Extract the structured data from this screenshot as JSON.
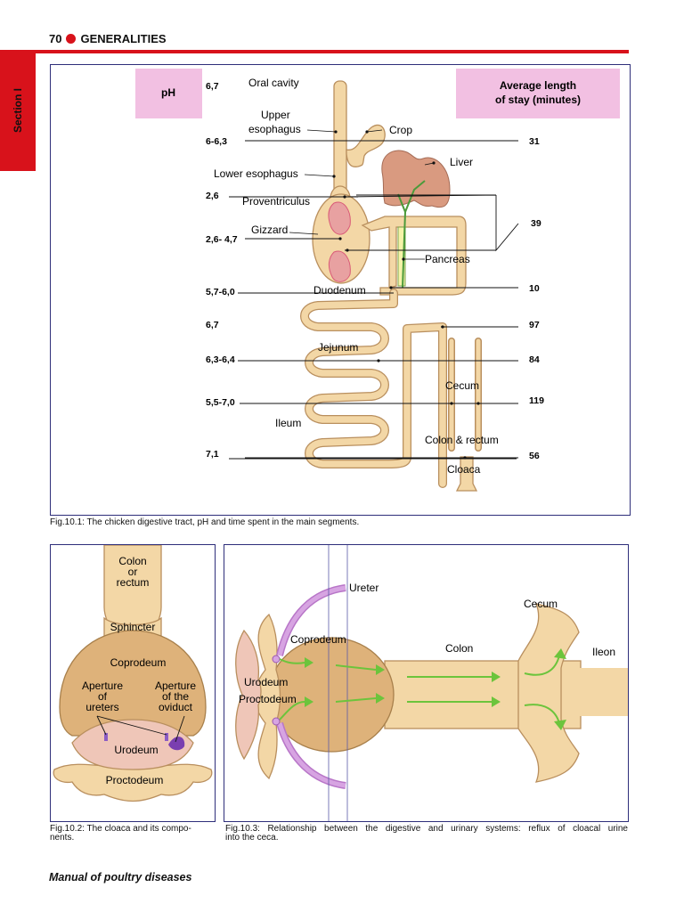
{
  "header": {
    "page_number": "70",
    "section_title": "GENERALITIES"
  },
  "side_tab": {
    "label": "Section I"
  },
  "colors": {
    "accent_red": "#d8121b",
    "frame_border": "#2e2e7a",
    "pink_box": "#f2c0e2",
    "gut_fill": "#f3d7a6",
    "gut_stroke": "#b98f5e",
    "liver": "#d99a80",
    "arrow_green": "#6cc43c",
    "ureter_purple": "#c889d8"
  },
  "fig1": {
    "ph_box_label": "pH",
    "stay_box_label_line1": "Average length",
    "stay_box_label_line2": "of stay (minutes)",
    "labels": {
      "oral_cavity": "Oral cavity",
      "upper_esophagus_1": "Upper",
      "upper_esophagus_2": "esophagus",
      "crop": "Crop",
      "liver": "Liver",
      "lower_esophagus": "Lower esophagus",
      "proventriculus": "Proventriculus",
      "gizzard": "Gizzard",
      "pancreas": "Pancreas",
      "duodenum": "Duodenum",
      "jejunum": "Jejunum",
      "cecum": "Cecum",
      "ileum": "Ileum",
      "colon_rectum": "Colon & rectum",
      "cloaca": "Cloaca"
    },
    "ph_values": [
      "6,7",
      "6-6,3",
      "2,6",
      "2,6- 4,7",
      "5,7-6,0",
      "6,7",
      "6,3-6,4",
      "5,5-7,0",
      "7,1"
    ],
    "stay_values": [
      "31",
      "39",
      "10",
      "97",
      "84",
      "119",
      "56"
    ],
    "caption": "Fig.10.1: The chicken digestive tract, pH and time spent in the main segments."
  },
  "fig2": {
    "labels": {
      "colon_1": "Colon",
      "colon_2": "or",
      "colon_3": "rectum",
      "sphincter": "Sphincter",
      "coprodeum": "Coprodeum",
      "ap_ureters_1": "Aperture",
      "ap_ureters_2": "of",
      "ap_ureters_3": "ureters",
      "ap_oviduct_1": "Aperture",
      "ap_oviduct_2": "of the",
      "ap_oviduct_3": "oviduct",
      "urodeum": "Urodeum",
      "proctodeum": "Proctodeum"
    },
    "caption_line1": "Fig.10.2: The cloaca and its compo-",
    "caption_line2": "nents."
  },
  "fig3": {
    "labels": {
      "ureter": "Ureter",
      "cecum": "Cecum",
      "coprodeum": "Coprodeum",
      "colon": "Colon",
      "ileon": "Ileon",
      "urodeum": "Urodeum",
      "proctodeum": "Proctodeum"
    },
    "caption_line1": "Fig.10.3: Relationship between the digestive and urinary systems: reflux of cloacal urine",
    "caption_line2": "into the ceca."
  },
  "footer": {
    "book_title": "Manual of poultry diseases"
  }
}
